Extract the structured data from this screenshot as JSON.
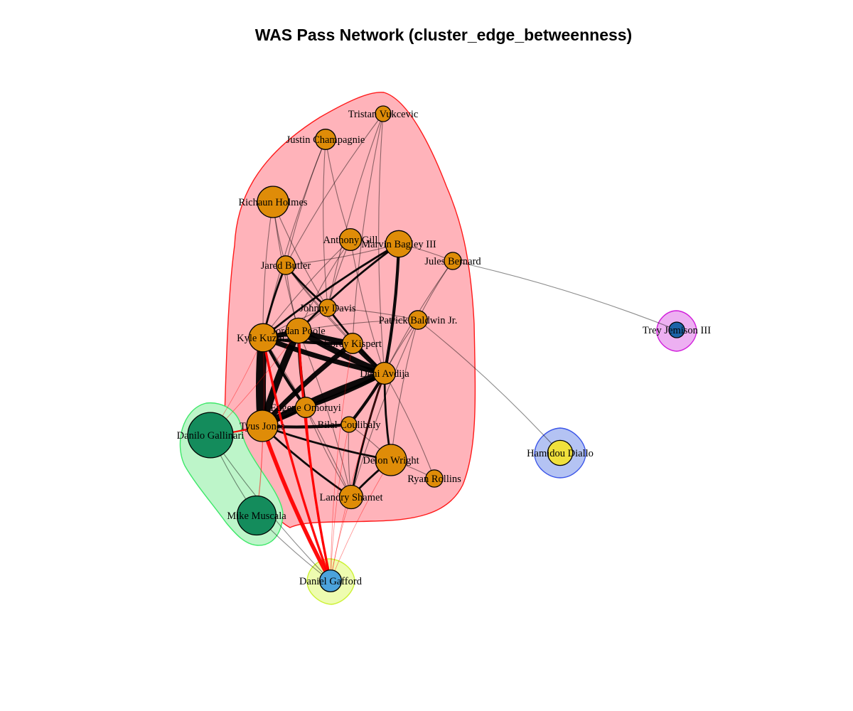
{
  "title": "WAS Pass Network (cluster_edge_betweenness)",
  "colors": {
    "cluster_main_fill": "#ffb3ba",
    "cluster_main_stroke": "#ff1a1a",
    "cluster_green_fill": "#bdf5c9",
    "cluster_green_stroke": "#3ee86a",
    "cluster_yellow_fill": "#eefcb0",
    "cluster_yellow_stroke": "#ccf233",
    "cluster_blue_fill": "#b4c3f3",
    "cluster_blue_stroke": "#3b55e8",
    "cluster_magenta_fill": "#edb0f2",
    "cluster_magenta_stroke": "#d11edb",
    "node_orange": "#df8c08",
    "node_green": "#148c5c",
    "node_lightblue": "#4ca3dc",
    "node_yellow": "#f0e03c",
    "node_darkblue": "#1c64a8",
    "edge_internal": "#000000",
    "edge_crossing": "#ff0000"
  },
  "chart_data": {
    "type": "network",
    "title": "WAS Pass Network (cluster_edge_betweenness)",
    "clusters": [
      {
        "id": "main",
        "members": [
          "Tristan Vukcevic",
          "Justin Champagnie",
          "Richaun Holmes",
          "Anthony Gill",
          "Marvin Bagley III",
          "Jules Bernard",
          "Jared Butler",
          "Johnny Davis",
          "Patrick Baldwin Jr.",
          "Kyle Kuzma",
          "Jordan Poole",
          "Corey Kispert",
          "Deni Avdija",
          "Eugene Omoruyi",
          "Tyus Jones",
          "Bilal Coulibaly",
          "Delon Wright",
          "Ryan Rollins",
          "Landry Shamet"
        ]
      },
      {
        "id": "green",
        "members": [
          "Danilo Gallinari",
          "Mike Muscala"
        ]
      },
      {
        "id": "yellow",
        "members": [
          "Daniel Gafford"
        ]
      },
      {
        "id": "blue",
        "members": [
          "Hamidou Diallo"
        ]
      },
      {
        "id": "magenta",
        "members": [
          "Trey Jemison III"
        ]
      }
    ],
    "nodes": [
      {
        "id": "Tristan Vukcevic",
        "label": "Tristan Vukcevic",
        "cluster": "main",
        "size": 1.0
      },
      {
        "id": "Justin Champagnie",
        "label": "Justin Champagnie",
        "cluster": "main",
        "size": 1.3
      },
      {
        "id": "Richaun Holmes",
        "label": "Richaun Holmes",
        "cluster": "main",
        "size": 2.0
      },
      {
        "id": "Anthony Gill",
        "label": "Anthony Gill",
        "cluster": "main",
        "size": 1.4
      },
      {
        "id": "Marvin Bagley III",
        "label": "Marvin Bagley III",
        "cluster": "main",
        "size": 1.7
      },
      {
        "id": "Jules Bernard",
        "label": "Jules Bernard",
        "cluster": "main",
        "size": 1.1
      },
      {
        "id": "Jared Butler",
        "label": "Jared Butler",
        "cluster": "main",
        "size": 1.2
      },
      {
        "id": "Johnny Davis",
        "label": "Johnny Davis",
        "cluster": "main",
        "size": 1.1
      },
      {
        "id": "Patrick Baldwin Jr.",
        "label": "Patrick Baldwin Jr.",
        "cluster": "main",
        "size": 1.2
      },
      {
        "id": "Kyle Kuzma",
        "label": "Kyle Kuzma",
        "cluster": "main",
        "size": 1.8
      },
      {
        "id": "Jordan Poole",
        "label": "Jordan Poole",
        "cluster": "main",
        "size": 1.6
      },
      {
        "id": "Corey Kispert",
        "label": "Corey Kispert",
        "cluster": "main",
        "size": 1.3
      },
      {
        "id": "Deni Avdija",
        "label": "Deni Avdija",
        "cluster": "main",
        "size": 1.4
      },
      {
        "id": "Eugene Omoruyi",
        "label": "Eugene Omoruyi",
        "cluster": "main",
        "size": 1.3
      },
      {
        "id": "Tyus Jones",
        "label": "Tyus Jones",
        "cluster": "main",
        "size": 2.0
      },
      {
        "id": "Bilal Coulibaly",
        "label": "Bilal Coulibaly",
        "cluster": "main",
        "size": 1.0
      },
      {
        "id": "Delon Wright",
        "label": "Delon Wright",
        "cluster": "main",
        "size": 2.0
      },
      {
        "id": "Ryan Rollins",
        "label": "Ryan Rollins",
        "cluster": "main",
        "size": 1.1
      },
      {
        "id": "Landry Shamet",
        "label": "Landry Shamet",
        "cluster": "main",
        "size": 1.5
      },
      {
        "id": "Danilo Gallinari",
        "label": "Danilo Gallinari",
        "cluster": "green",
        "size": 2.9
      },
      {
        "id": "Mike Muscala",
        "label": "Mike Muscala",
        "cluster": "green",
        "size": 2.5
      },
      {
        "id": "Daniel Gafford",
        "label": "Daniel Gafford",
        "cluster": "yellow",
        "size": 1.4
      },
      {
        "id": "Hamidou Diallo",
        "label": "Hamidou Diallo",
        "cluster": "blue",
        "size": 1.6
      },
      {
        "id": "Trey Jemison III",
        "label": "Trey Jemison III",
        "cluster": "magenta",
        "size": 1.0
      }
    ],
    "edges": [
      {
        "source": "Kyle Kuzma",
        "target": "Tyus Jones",
        "weight": 10
      },
      {
        "source": "Jordan Poole",
        "target": "Tyus Jones",
        "weight": 7
      },
      {
        "source": "Deni Avdija",
        "target": "Tyus Jones",
        "weight": 7
      },
      {
        "source": "Corey Kispert",
        "target": "Tyus Jones",
        "weight": 5
      },
      {
        "source": "Jordan Poole",
        "target": "Deni Avdija",
        "weight": 6
      },
      {
        "source": "Kyle Kuzma",
        "target": "Deni Avdija",
        "weight": 5
      },
      {
        "source": "Jordan Poole",
        "target": "Corey Kispert",
        "weight": 5
      },
      {
        "source": "Kyle Kuzma",
        "target": "Jordan Poole",
        "weight": 5
      },
      {
        "source": "Corey Kispert",
        "target": "Deni Avdija",
        "weight": 4
      },
      {
        "source": "Eugene Omoruyi",
        "target": "Deni Avdija",
        "weight": 4
      },
      {
        "source": "Tyus Jones",
        "target": "Eugene Omoruyi",
        "weight": 3
      },
      {
        "source": "Tyus Jones",
        "target": "Bilal Coulibaly",
        "weight": 3
      },
      {
        "source": "Bilal Coulibaly",
        "target": "Deni Avdija",
        "weight": 3
      },
      {
        "source": "Jordan Poole",
        "target": "Eugene Omoruyi",
        "weight": 3
      },
      {
        "source": "Kyle Kuzma",
        "target": "Eugene Omoruyi",
        "weight": 3
      },
      {
        "source": "Kyle Kuzma",
        "target": "Corey Kispert",
        "weight": 3
      },
      {
        "source": "Deni Avdija",
        "target": "Marvin Bagley III",
        "weight": 3
      },
      {
        "source": "Marvin Bagley III",
        "target": "Jordan Poole",
        "weight": 2
      },
      {
        "source": "Marvin Bagley III",
        "target": "Kyle Kuzma",
        "weight": 2
      },
      {
        "source": "Tyus Jones",
        "target": "Delon Wright",
        "weight": 2
      },
      {
        "source": "Tyus Jones",
        "target": "Landry Shamet",
        "weight": 2
      },
      {
        "source": "Deni Avdija",
        "target": "Delon Wright",
        "weight": 2
      },
      {
        "source": "Deni Avdija",
        "target": "Landry Shamet",
        "weight": 2
      },
      {
        "source": "Delon Wright",
        "target": "Landry Shamet",
        "weight": 2
      },
      {
        "source": "Johnny Davis",
        "target": "Deni Avdija",
        "weight": 2
      },
      {
        "source": "Jared Butler",
        "target": "Kyle Kuzma",
        "weight": 2
      },
      {
        "source": "Jared Butler",
        "target": "Johnny Davis",
        "weight": 2
      },
      {
        "source": "Jared Butler",
        "target": "Deni Avdija",
        "weight": 1
      },
      {
        "source": "Jared Butler",
        "target": "Marvin Bagley III",
        "weight": 1
      },
      {
        "source": "Jared Butler",
        "target": "Jordan Poole",
        "weight": 1
      },
      {
        "source": "Jared Butler",
        "target": "Corey Kispert",
        "weight": 1
      },
      {
        "source": "Richaun Holmes",
        "target": "Jared Butler",
        "weight": 1
      },
      {
        "source": "Richaun Holmes",
        "target": "Johnny Davis",
        "weight": 1
      },
      {
        "source": "Richaun Holmes",
        "target": "Kyle Kuzma",
        "weight": 1
      },
      {
        "source": "Richaun Holmes",
        "target": "Jordan Poole",
        "weight": 1
      },
      {
        "source": "Justin Champagnie",
        "target": "Jared Butler",
        "weight": 1
      },
      {
        "source": "Justin Champagnie",
        "target": "Anthony Gill",
        "weight": 1
      },
      {
        "source": "Justin Champagnie",
        "target": "Johnny Davis",
        "weight": 1
      },
      {
        "source": "Justin Champagnie",
        "target": "Kyle Kuzma",
        "weight": 1
      },
      {
        "source": "Tristan Vukcevic",
        "target": "Corey Kispert",
        "weight": 1
      },
      {
        "source": "Tristan Vukcevic",
        "target": "Deni Avdija",
        "weight": 1
      },
      {
        "source": "Tristan Vukcevic",
        "target": "Johnny Davis",
        "weight": 1
      },
      {
        "source": "Tristan Vukcevic",
        "target": "Jared Butler",
        "weight": 1
      },
      {
        "source": "Anthony Gill",
        "target": "Johnny Davis",
        "weight": 1
      },
      {
        "source": "Anthony Gill",
        "target": "Jordan Poole",
        "weight": 1
      },
      {
        "source": "Anthony Gill",
        "target": "Deni Avdija",
        "weight": 1
      },
      {
        "source": "Anthony Gill",
        "target": "Kyle Kuzma",
        "weight": 1
      },
      {
        "source": "Jules Bernard",
        "target": "Deni Avdija",
        "weight": 1
      },
      {
        "source": "Jules Bernard",
        "target": "Patrick Baldwin Jr.",
        "weight": 1
      },
      {
        "source": "Jules Bernard",
        "target": "Marvin Bagley III",
        "weight": 1
      },
      {
        "source": "Patrick Baldwin Jr.",
        "target": "Deni Avdija",
        "weight": 1
      },
      {
        "source": "Patrick Baldwin Jr.",
        "target": "Jordan Poole",
        "weight": 1
      },
      {
        "source": "Patrick Baldwin Jr.",
        "target": "Johnny Davis",
        "weight": 1
      },
      {
        "source": "Patrick Baldwin Jr.",
        "target": "Delon Wright",
        "weight": 1
      },
      {
        "source": "Patrick Baldwin Jr.",
        "target": "Landry Shamet",
        "weight": 1
      },
      {
        "source": "Ryan Rollins",
        "target": "Deni Avdija",
        "weight": 1
      },
      {
        "source": "Ryan Rollins",
        "target": "Delon Wright",
        "weight": 1
      },
      {
        "source": "Landry Shamet",
        "target": "Kyle Kuzma",
        "weight": 1
      },
      {
        "source": "Landry Shamet",
        "target": "Jordan Poole",
        "weight": 1
      },
      {
        "source": "Bilal Coulibaly",
        "target": "Landry Shamet",
        "weight": 1
      },
      {
        "source": "Eugene Omoruyi",
        "target": "Landry Shamet",
        "weight": 1
      },
      {
        "source": "Delon Wright",
        "target": "Bilal Coulibaly",
        "weight": 1
      },
      {
        "source": "Johnny Davis",
        "target": "Kyle Kuzma",
        "weight": 1
      },
      {
        "source": "Johnny Davis",
        "target": "Jordan Poole",
        "weight": 1
      },
      {
        "source": "Tyus Jones",
        "target": "Daniel Gafford",
        "weight": 5,
        "crossing": true
      },
      {
        "source": "Kyle Kuzma",
        "target": "Daniel Gafford",
        "weight": 3,
        "crossing": true
      },
      {
        "source": "Jordan Poole",
        "target": "Daniel Gafford",
        "weight": 3,
        "crossing": true
      },
      {
        "source": "Eugene Omoruyi",
        "target": "Daniel Gafford",
        "weight": 2,
        "crossing": true
      },
      {
        "source": "Deni Avdija",
        "target": "Daniel Gafford",
        "weight": 1,
        "crossing": true
      },
      {
        "source": "Bilal Coulibaly",
        "target": "Daniel Gafford",
        "weight": 1,
        "crossing": true
      },
      {
        "source": "Landry Shamet",
        "target": "Daniel Gafford",
        "weight": 1,
        "crossing": true
      },
      {
        "source": "Delon Wright",
        "target": "Daniel Gafford",
        "weight": 1,
        "crossing": true
      },
      {
        "source": "Corey Kispert",
        "target": "Daniel Gafford",
        "weight": 1,
        "crossing": true
      },
      {
        "source": "Danilo Gallinari",
        "target": "Tyus Jones",
        "weight": 2,
        "crossing": true
      },
      {
        "source": "Danilo Gallinari",
        "target": "Kyle Kuzma",
        "weight": 1,
        "crossing": true
      },
      {
        "source": "Danilo Gallinari",
        "target": "Jordan Poole",
        "weight": 1,
        "crossing": true
      },
      {
        "source": "Mike Muscala",
        "target": "Tyus Jones",
        "weight": 1,
        "crossing": true
      },
      {
        "source": "Mike Muscala",
        "target": "Kyle Kuzma",
        "weight": 1,
        "crossing": true
      },
      {
        "source": "Danilo Gallinari",
        "target": "Mike Muscala",
        "weight": 1
      },
      {
        "source": "Danilo Gallinari",
        "target": "Daniel Gafford",
        "weight": 1
      },
      {
        "source": "Mike Muscala",
        "target": "Daniel Gafford",
        "weight": 1
      },
      {
        "source": "Trey Jemison III",
        "target": "Jules Bernard",
        "weight": 1
      },
      {
        "source": "Hamidou Diallo",
        "target": "Patrick Baldwin Jr.",
        "weight": 1
      }
    ]
  }
}
